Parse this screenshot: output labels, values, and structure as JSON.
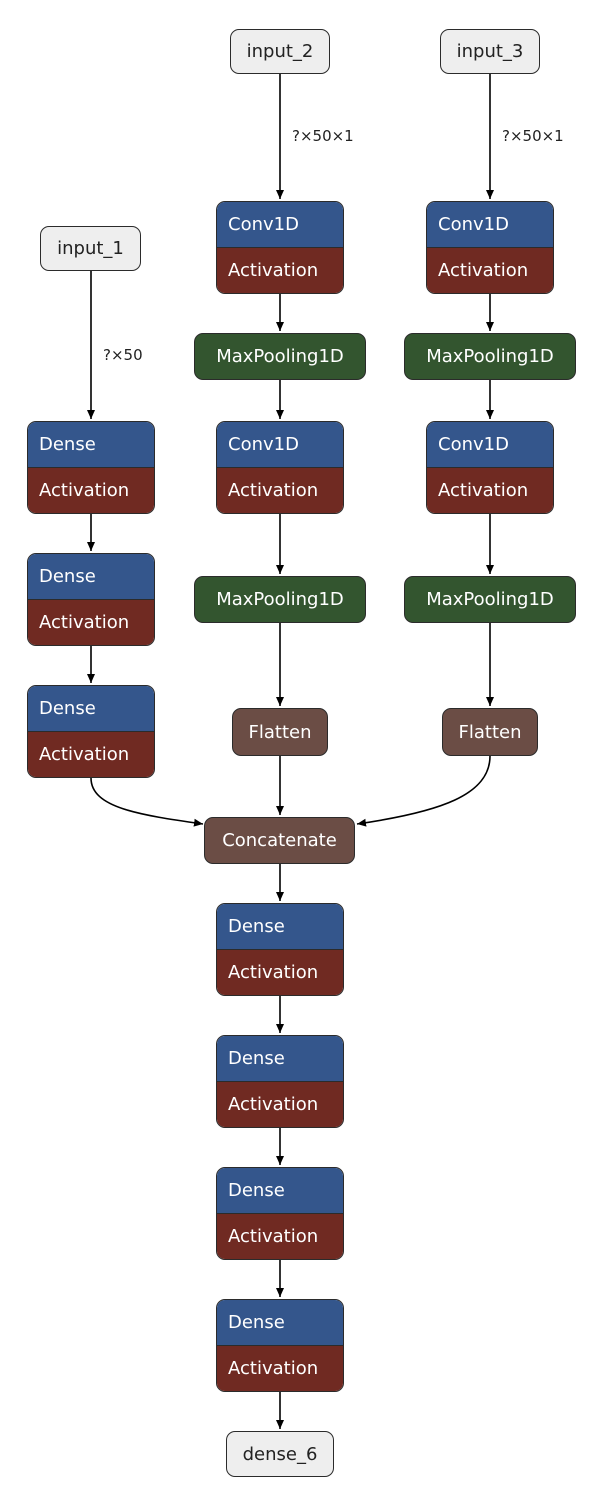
{
  "inputs": {
    "input_1": "input_1",
    "input_2": "input_2",
    "input_3": "input_3"
  },
  "output": "dense_6",
  "edge_labels": {
    "input_1": "?×50",
    "input_2": "?×50×1",
    "input_3": "?×50×1"
  },
  "branch1": [
    {
      "type": "Dense",
      "activation": "Activation"
    },
    {
      "type": "Dense",
      "activation": "Activation"
    },
    {
      "type": "Dense",
      "activation": "Activation"
    }
  ],
  "branch2": {
    "conv1": {
      "type": "Conv1D",
      "activation": "Activation"
    },
    "pool1": "MaxPooling1D",
    "conv2": {
      "type": "Conv1D",
      "activation": "Activation"
    },
    "pool2": "MaxPooling1D",
    "flatten": "Flatten"
  },
  "branch3": {
    "conv1": {
      "type": "Conv1D",
      "activation": "Activation"
    },
    "pool1": "MaxPooling1D",
    "conv2": {
      "type": "Conv1D",
      "activation": "Activation"
    },
    "pool2": "MaxPooling1D",
    "flatten": "Flatten"
  },
  "concatenate": "Concatenate",
  "head": [
    {
      "type": "Dense",
      "activation": "Activation"
    },
    {
      "type": "Dense",
      "activation": "Activation"
    },
    {
      "type": "Dense",
      "activation": "Activation"
    },
    {
      "type": "Dense",
      "activation": "Activation"
    }
  ],
  "colors": {
    "io": "#eeeeee",
    "layer": "#34568c",
    "activation": "#702a22",
    "pooling": "#33552f",
    "misc": "#6b4d45",
    "edge": "#000000"
  }
}
